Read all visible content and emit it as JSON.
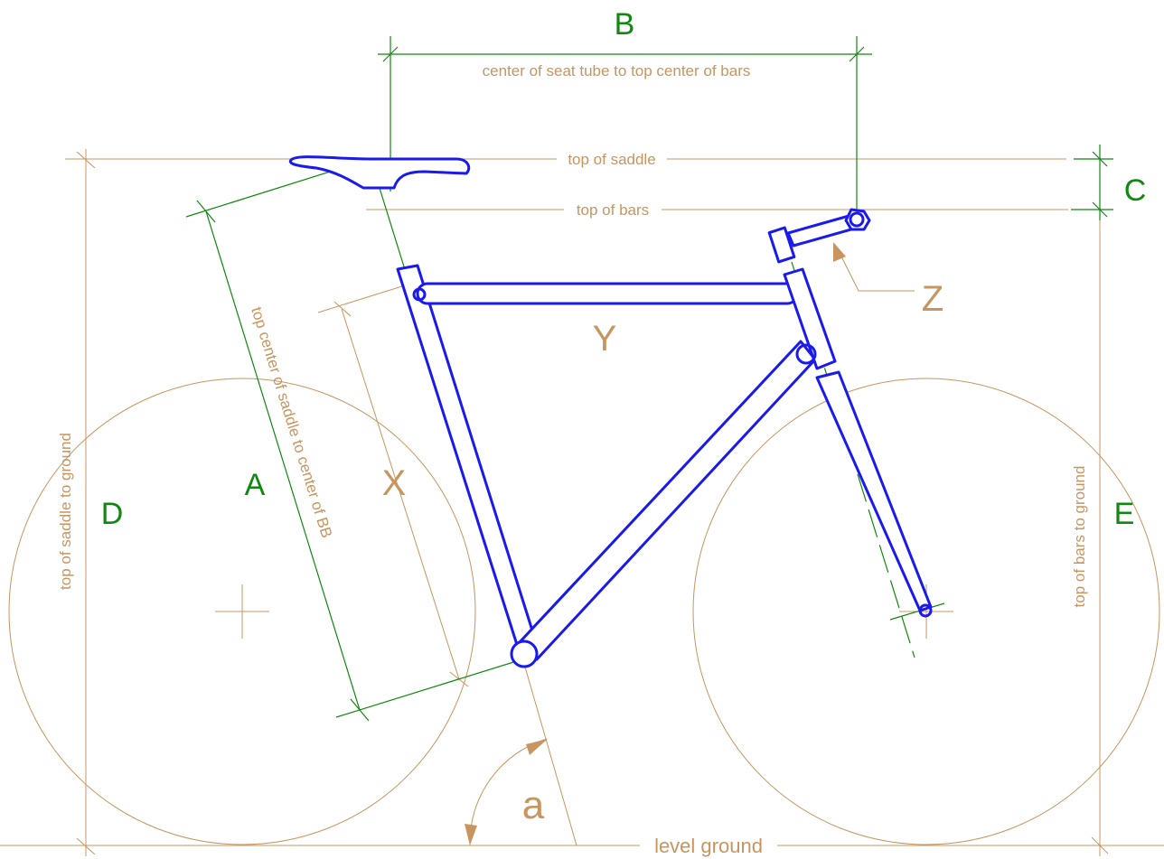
{
  "letters": {
    "A": "A",
    "B": "B",
    "C": "C",
    "D": "D",
    "E": "E",
    "X": "X",
    "Y": "Y",
    "Z": "Z",
    "a": "a"
  },
  "labels": {
    "b_dimension": "center of seat tube to top center of bars",
    "top_of_saddle": "top of saddle",
    "top_of_bars": "top of bars",
    "a_dimension": "top center of saddle to center of BB",
    "d_dimension": "top of saddle to ground",
    "e_dimension": "top of bars to ground",
    "level_ground": "level ground"
  },
  "colors": {
    "construction": "#c8955e",
    "dimension": "#118811",
    "frame": "#1a1aee"
  }
}
